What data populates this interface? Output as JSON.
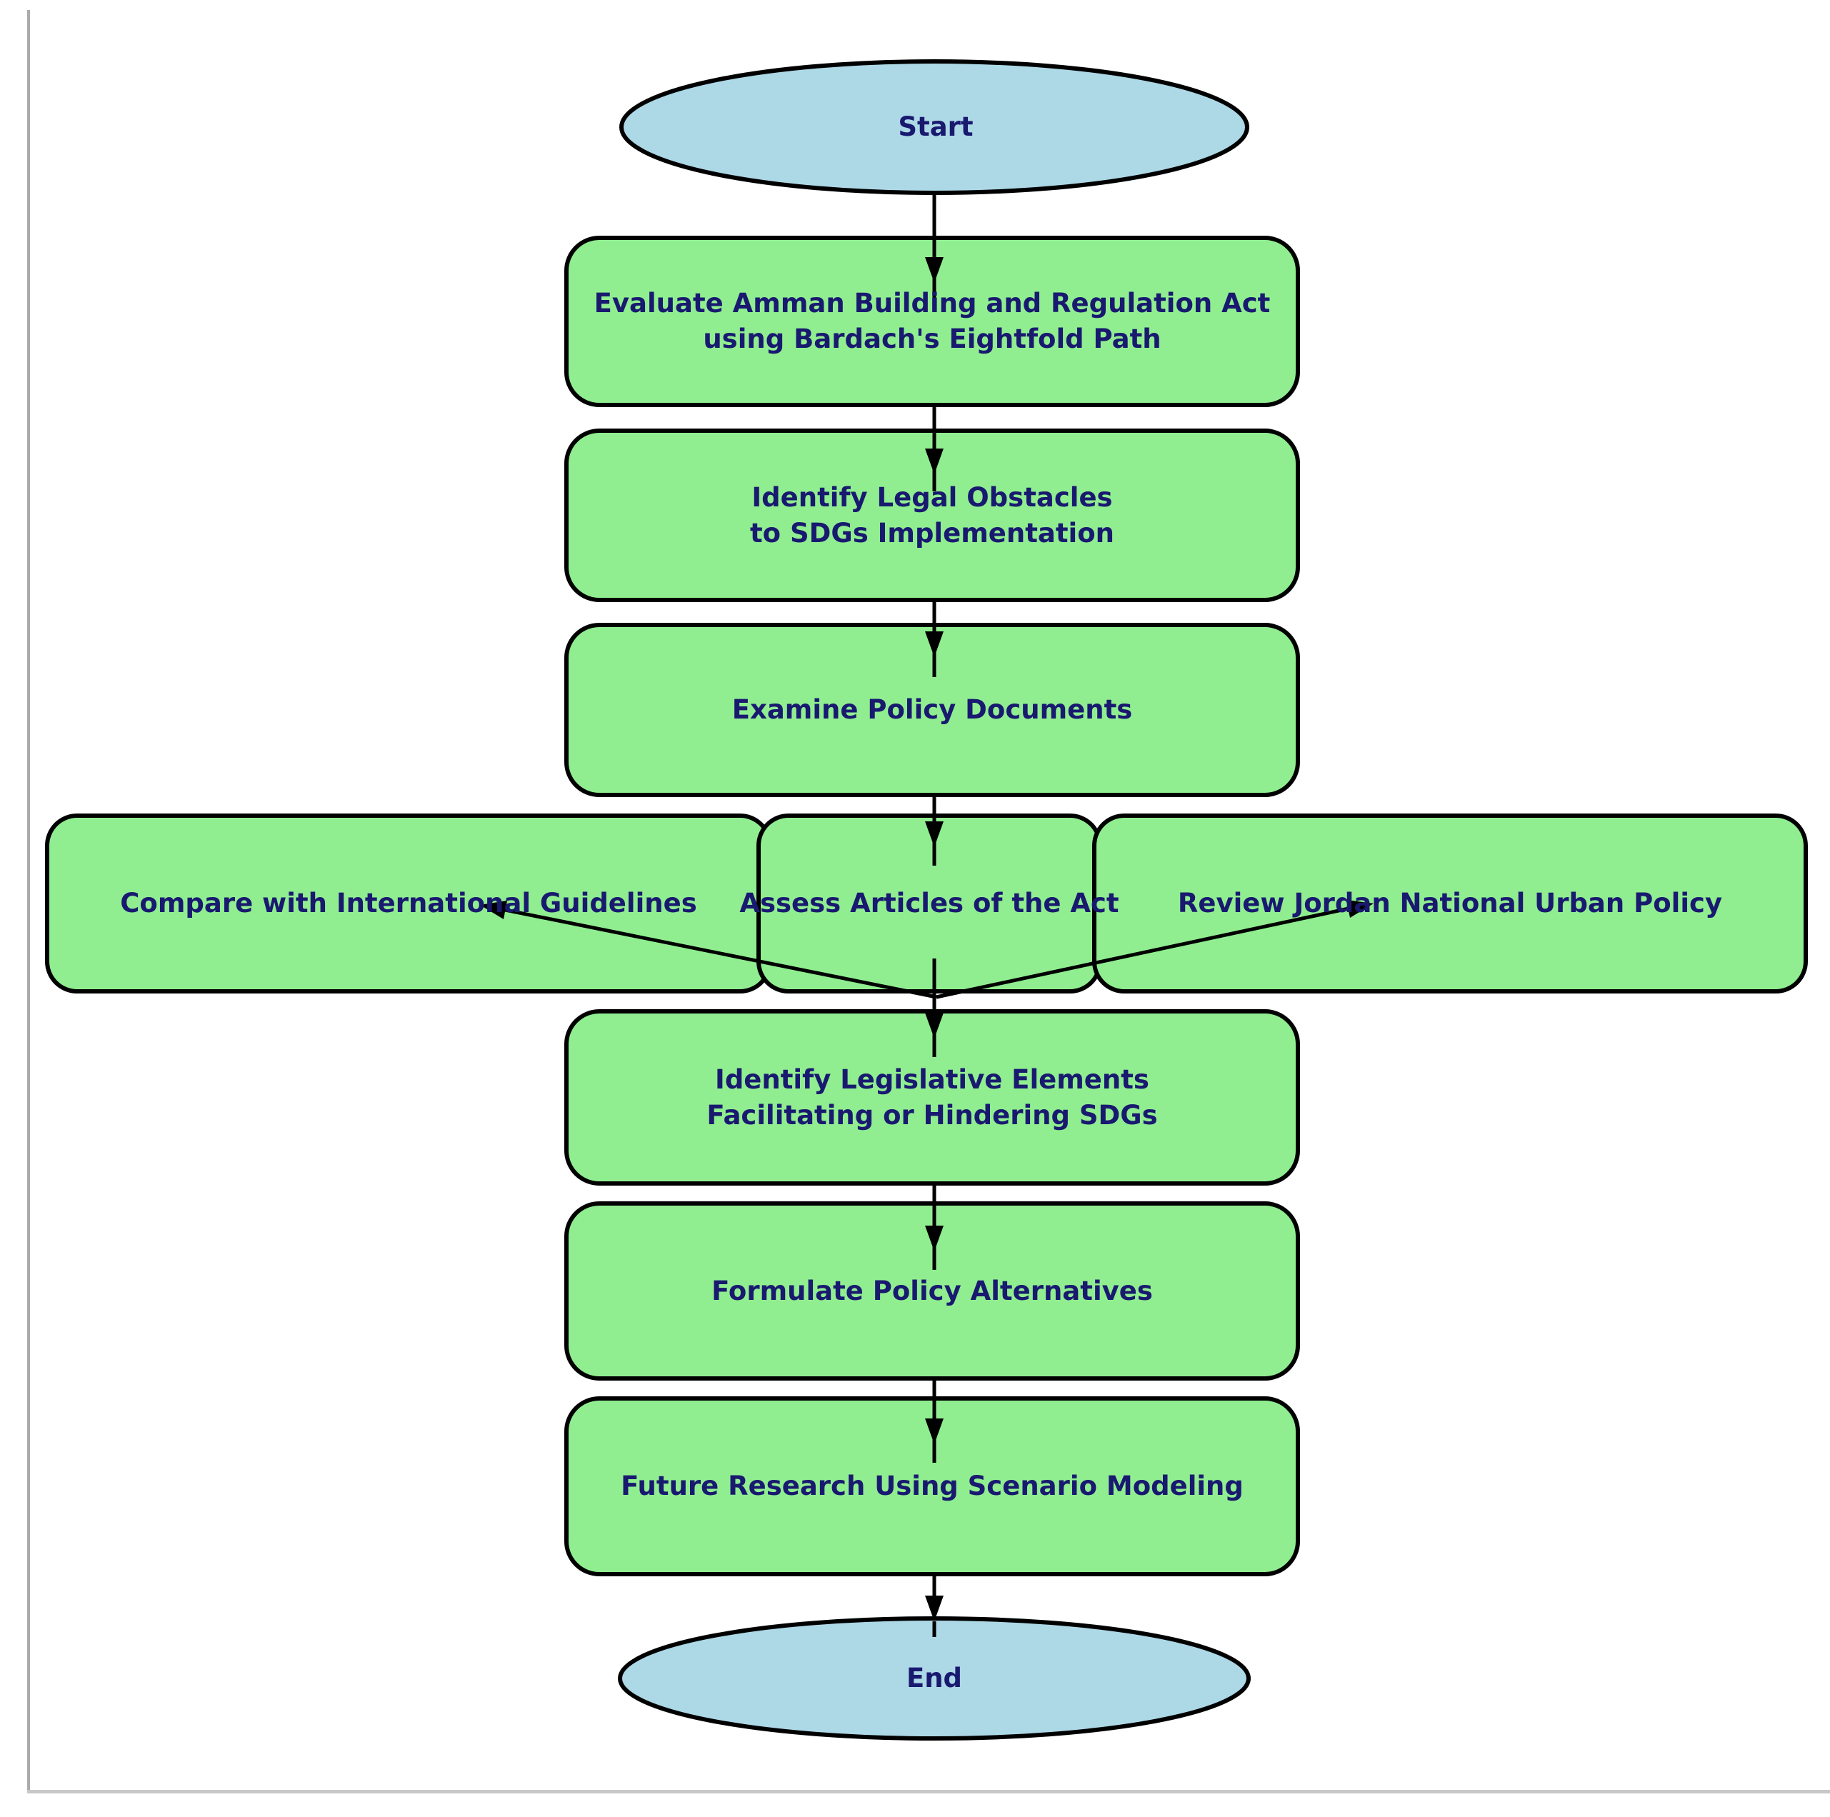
{
  "diagram": {
    "type": "flowchart",
    "direction": "top-down",
    "colors": {
      "process_fill": "#90EE90",
      "terminal_fill": "#ADD8E6",
      "border": "#000000",
      "label_text": "#191970",
      "background": "#FFFFFF",
      "frame_line": "#ABABAB"
    },
    "nodes": [
      {
        "id": "start",
        "shape": "ellipse",
        "label": "Start"
      },
      {
        "id": "evaluate",
        "shape": "rounded-rect",
        "label": "Evaluate Amman Building and Regulation Act\nusing Bardach's Eightfold Path"
      },
      {
        "id": "obstacles",
        "shape": "rounded-rect",
        "label": "Identify Legal Obstacles\nto SDGs Implementation"
      },
      {
        "id": "examine",
        "shape": "rounded-rect",
        "label": "Examine Policy Documents"
      },
      {
        "id": "compare",
        "shape": "rounded-rect",
        "label": "Compare with International Guidelines"
      },
      {
        "id": "assess",
        "shape": "rounded-rect",
        "label": "Assess Articles of the Act"
      },
      {
        "id": "review",
        "shape": "rounded-rect",
        "label": "Review Jordan National Urban Policy"
      },
      {
        "id": "elements",
        "shape": "rounded-rect",
        "label": "Identify Legislative Elements\nFacilitating or Hindering SDGs"
      },
      {
        "id": "formulate",
        "shape": "rounded-rect",
        "label": "Formulate Policy Alternatives"
      },
      {
        "id": "future",
        "shape": "rounded-rect",
        "label": "Future Research Using Scenario Modeling"
      },
      {
        "id": "end",
        "shape": "ellipse",
        "label": "End"
      }
    ],
    "edges": [
      {
        "from": "start",
        "to": "evaluate"
      },
      {
        "from": "evaluate",
        "to": "obstacles"
      },
      {
        "from": "obstacles",
        "to": "examine"
      },
      {
        "from": "examine",
        "to": "assess"
      },
      {
        "from": "assess",
        "to": "compare"
      },
      {
        "from": "assess",
        "to": "review"
      },
      {
        "from": "assess",
        "to": "elements"
      },
      {
        "from": "elements",
        "to": "formulate"
      },
      {
        "from": "formulate",
        "to": "future"
      },
      {
        "from": "future",
        "to": "end"
      }
    ]
  }
}
